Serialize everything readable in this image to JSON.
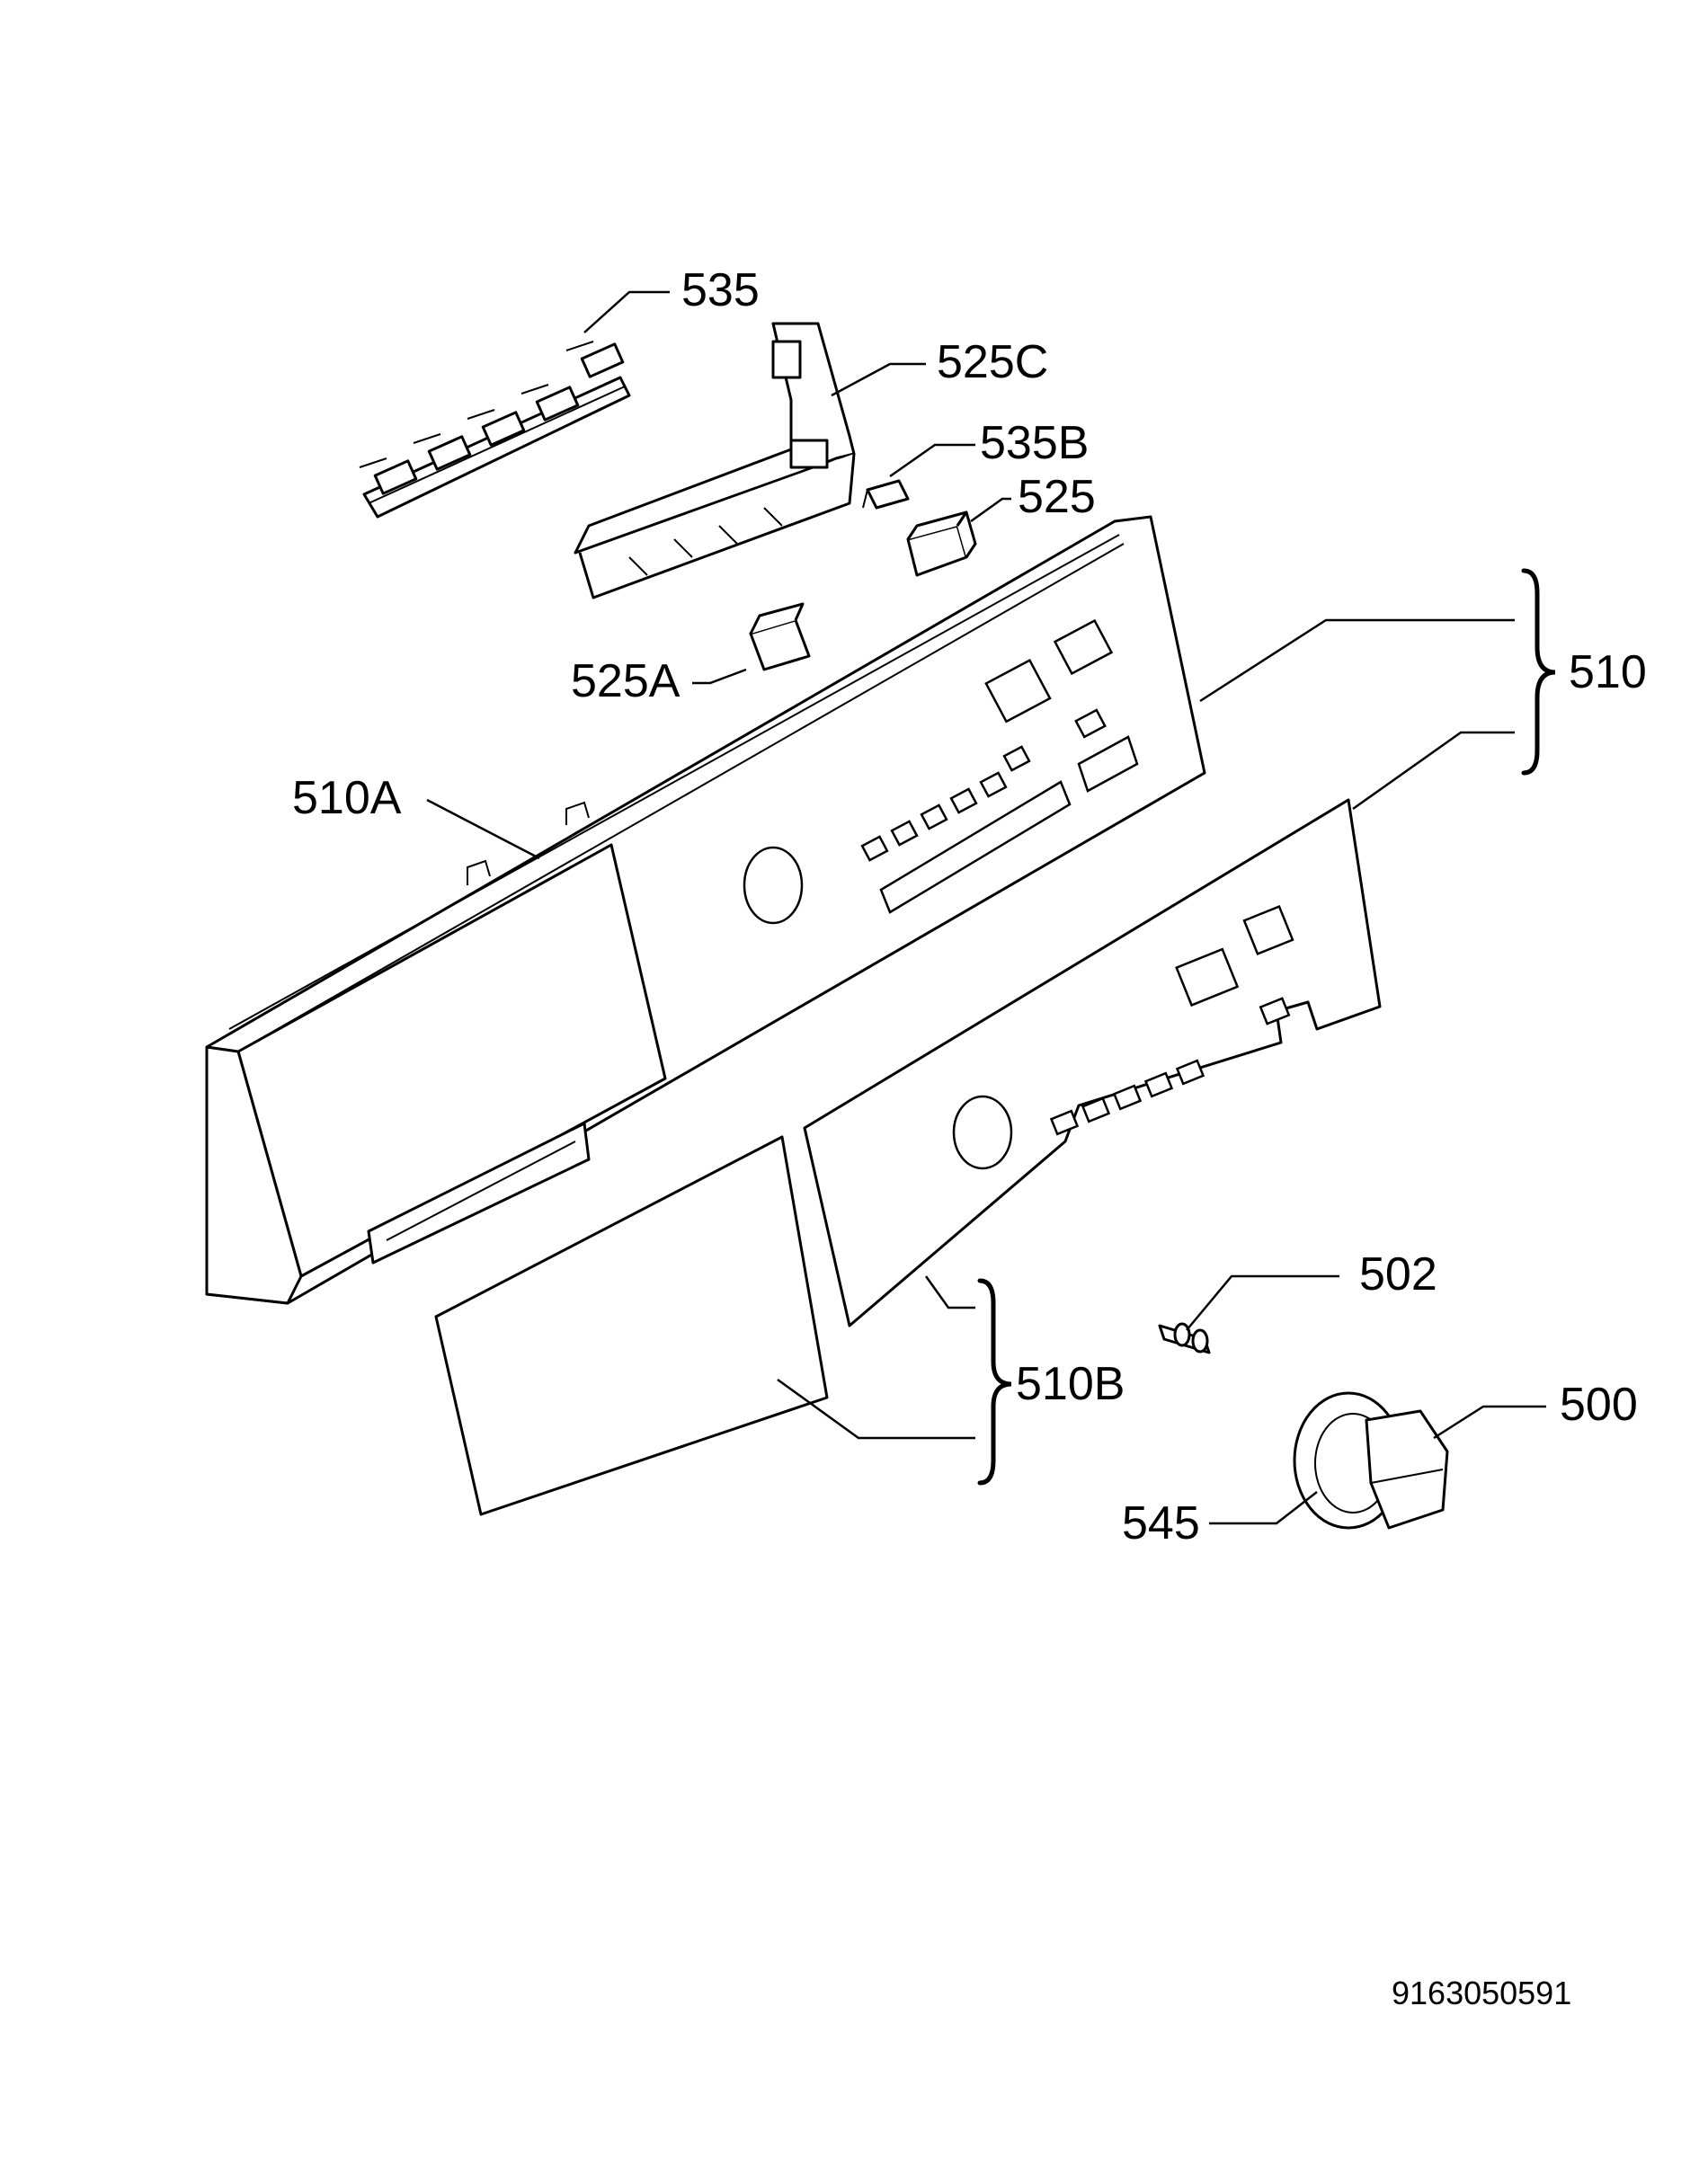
{
  "labels": {
    "l535": "535",
    "l525C": "525C",
    "l535B": "535B",
    "l525": "525",
    "l510": "510",
    "l525A": "525A",
    "l510A": "510A",
    "l502": "502",
    "l510B": "510B",
    "l500": "500",
    "l545": "545"
  },
  "document_number": "9163050591"
}
